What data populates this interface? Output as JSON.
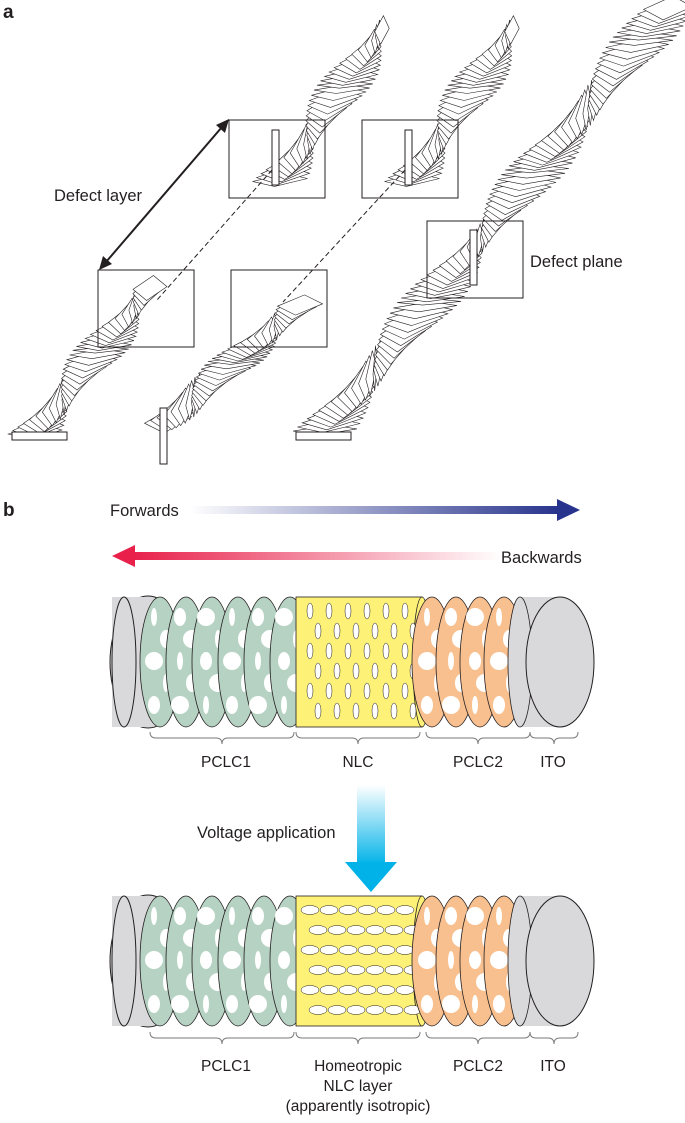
{
  "panel_a": {
    "letter": "a",
    "defect_layer_label": "Defect layer",
    "defect_plane_label": "Defect plane"
  },
  "panel_b": {
    "letter": "b",
    "forwards_label": "Forwards",
    "backwards_label": "Backwards",
    "voltage_label": "Voltage application",
    "top_cell_labels": [
      "PCLC1",
      "NLC",
      "PCLC2",
      "ITO"
    ],
    "bottom_cell_labels": [
      "PCLC1",
      "Homeotropic",
      "NLC layer",
      "(apparently isotropic)",
      "PCLC2",
      "ITO"
    ]
  },
  "colors": {
    "forwards_arrow": "#27338c",
    "backwards_arrow": "#e8204a",
    "voltage_arrow": "#00b2e8",
    "pclc1_fill": "#b6d2c3",
    "nlc_fill": "#fdf177",
    "pclc2_fill": "#f9c08f",
    "ito_fill": "#d9d9db"
  }
}
